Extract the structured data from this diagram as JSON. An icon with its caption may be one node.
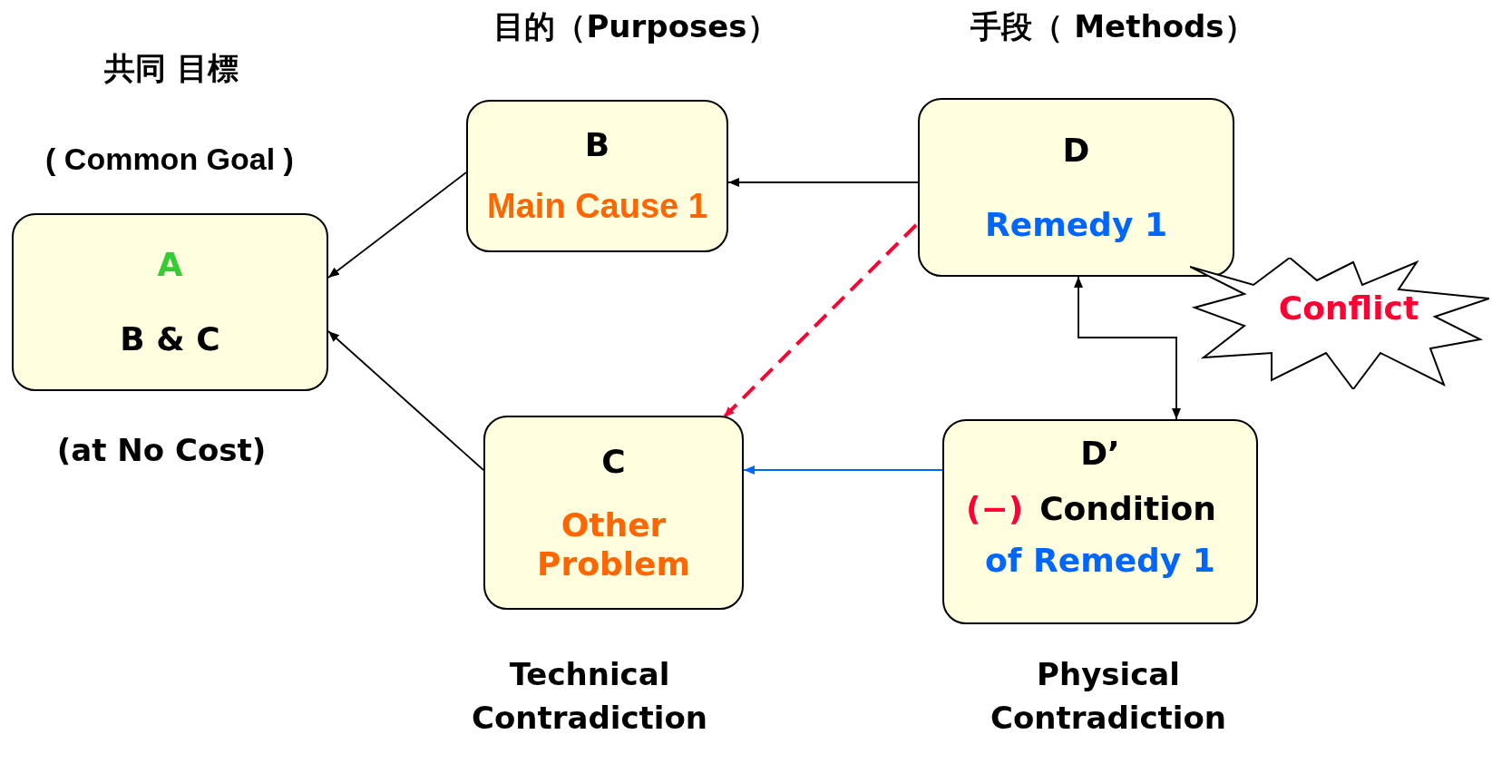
{
  "diagram": {
    "nodes": [
      {
        "text": [
          "A",
          "B & C"
        ]
      },
      {
        "text": [
          "B",
          "Main Cause 1"
        ]
      },
      {
        "text": [
          "D",
          "Remedy 1"
        ]
      },
      {
        "text": [
          "Conflict"
        ]
      },
      {
        "text": [
          "C",
          "Other Problem"
        ]
      },
      {
        "text": [
          "D’",
          "(−)",
          "Condition",
          "of Remedy 1"
        ]
      }
    ],
    "edges": [
      {
        "from": 1,
        "to": 0,
        "arrow": "to"
      },
      {
        "from": 4,
        "to": 0,
        "arrow": "to"
      },
      {
        "from": 2,
        "to": 1,
        "arrow": "to"
      },
      {
        "from": 2,
        "to": 4,
        "arrow": "to",
        "style": "dashed",
        "color": "#ff0033"
      },
      {
        "from": 5,
        "to": 4,
        "arrow": "to",
        "color": "#0066ff"
      },
      {
        "from": 2,
        "to": 5,
        "arrow": "both"
      }
    ],
    "labels": [
      "目的（Purposes）",
      "手段（ Methods）",
      "共同 目標",
      "( Common Goal )",
      "(at No Cost)",
      "Technical Contradiction",
      "Physical Contradiction"
    ]
  }
}
